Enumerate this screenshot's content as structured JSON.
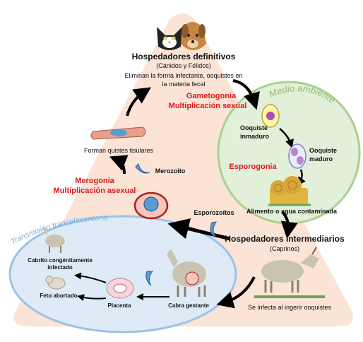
{
  "definitive": {
    "title": "Hospedadores definitivos",
    "subtitle": "(Cánidos y Félidos)",
    "desc_line1": "Eliminan la forma infectante, ooquistes en",
    "desc_line2": "la materia fecal"
  },
  "gametogonia": {
    "line1": "Gametogonia",
    "line2": "Multiplicación sexual"
  },
  "environment": {
    "title": "Medio ambiente",
    "oocyst_immature_line1": "Ooquiste",
    "oocyst_immature_line2": "inmaduro",
    "oocyst_mature_line1": "Ooquiste",
    "oocyst_mature_line2": "maduro",
    "sporogonia": "Esporogonia",
    "food_label": "Alimento o agua contaminada"
  },
  "cycle": {
    "tissue_cysts": "Forman quistes tisulares",
    "merozoite": "Merozoito",
    "merogonia_line1": "Merogonia",
    "merogonia_line2": "Multiplicación asexual",
    "sporozoites": "Esporozoítos"
  },
  "intermediate": {
    "title": "Hospedadores Intermediarios",
    "subtitle": "(Caprinos)",
    "infection_note": "Se infecta al ingerir ooquistes"
  },
  "transplacental": {
    "title": "Transmisión transplacentaria",
    "congenital_line1": "Cabrito congénitamente",
    "congenital_line2": "infectado",
    "aborted": "Feto abortado",
    "placenta": "Placenta",
    "pregnant_goat": "Cabra gestante"
  },
  "colors": {
    "triangle": "#fbe3d6",
    "environment_circle": "#e2efd9",
    "environment_border": "#a9d18e",
    "transplacental_fill": "#deebf7",
    "transplacental_border": "#9dc3e6",
    "accent_red": "#e0161b",
    "cyst_blue": "#5b9bd5"
  }
}
